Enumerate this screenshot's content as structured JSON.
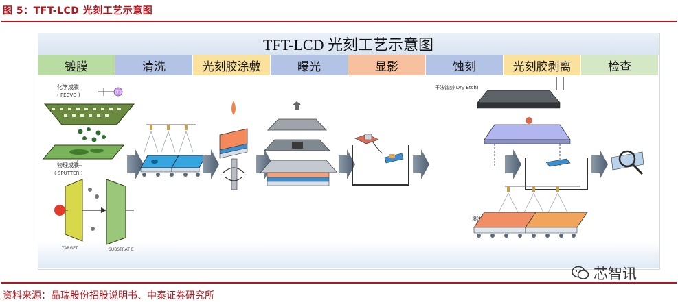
{
  "caption": "图 5：TFT-LCD 光刻工艺示意图",
  "banner_title": "TFT-LCD 光刻工艺示意图",
  "steps": [
    {
      "label": "镀膜",
      "color": "#b8dca2"
    },
    {
      "label": "清洗",
      "color": "#b3c3e6"
    },
    {
      "label": "光刻胶涂敷",
      "color": "#fbe29c"
    },
    {
      "label": "曝光",
      "color": "#b3c3e6"
    },
    {
      "label": "显影",
      "color": "#f7c19f"
    },
    {
      "label": "蚀刻",
      "color": "#b3c3e6"
    },
    {
      "label": "光刻胶剥离",
      "color": "#fbe29c"
    },
    {
      "label": "检查",
      "color": "#d5e8c6"
    }
  ],
  "diagram_labels": {
    "cvd_title": "化学成膜",
    "cvd_abbr": "( PECVD )",
    "cvd_mark": "CF3",
    "sputter_title": "物理成膜",
    "sputter_abbr": "( SPUTTER )",
    "target": "TARGET",
    "substrate": "SUBSTRAT E",
    "dry_etch": "干法蚀刻(Dry Etch)",
    "wet_etch": "湿法蚀刻(Wet"
  },
  "source": "资料来源：晶瑞股份招股说明书、中泰证券研究所",
  "watermark": "芯智讯"
}
